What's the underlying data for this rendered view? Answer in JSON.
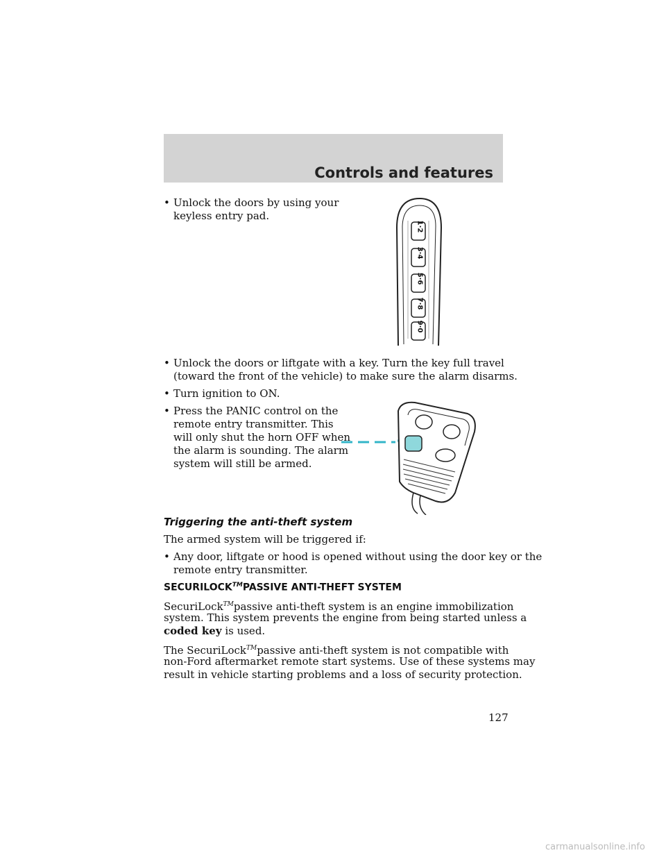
{
  "header": {
    "section_title": "Controls and features"
  },
  "bullets_top": [
    {
      "line1": "Unlock the doors by using your",
      "line2": "keyless entry pad."
    }
  ],
  "bullets_mid": [
    {
      "line1": "Unlock the doors or liftgate with a key. Turn the key full travel",
      "line2": "(toward the front of the vehicle) to make sure the alarm disarms."
    },
    {
      "line1": "Turn ignition to ON."
    },
    {
      "line1": "Press the PANIC control on the",
      "line2": "remote entry transmitter. This",
      "line3": "will only shut the horn OFF when",
      "line4": "the alarm is sounding. The alarm",
      "line5": "system will still be armed."
    }
  ],
  "triggering": {
    "heading": "Triggering the anti-theft system",
    "intro": "The armed system will be triggered if:",
    "bullet_line1": "Any door, liftgate or hood is opened without using the door key or the",
    "bullet_line2": "remote entry transmitter."
  },
  "securilock": {
    "heading_a": "SECURILOCK",
    "heading_b": "PASSIVE ANTI-THEFT SYSTEM",
    "tm": "TM",
    "p1_a": "SecuriLock",
    "p1_b": "passive anti-theft system is an engine immobilization",
    "p1_line2": "system. This system prevents the engine from being started unless a",
    "p1_bold": "coded key",
    "p1_end": " is used.",
    "p2_a": "The SecuriLock",
    "p2_b": "passive anti-theft system is not compatible with",
    "p2_line2": "non-Ford aftermarket remote start systems. Use of these systems may",
    "p2_line3": "result in vehicle starting problems and a loss of security protection."
  },
  "keypad_labels": [
    "1·2",
    "3·4",
    "5·6",
    "7·8",
    "9·0"
  ],
  "page_number": "127",
  "footer": "carmanualsonline.info",
  "colors": {
    "header_band": "#d3d3d3",
    "callout_line": "#33b5c8",
    "panic_button": "#8fd8dc"
  }
}
